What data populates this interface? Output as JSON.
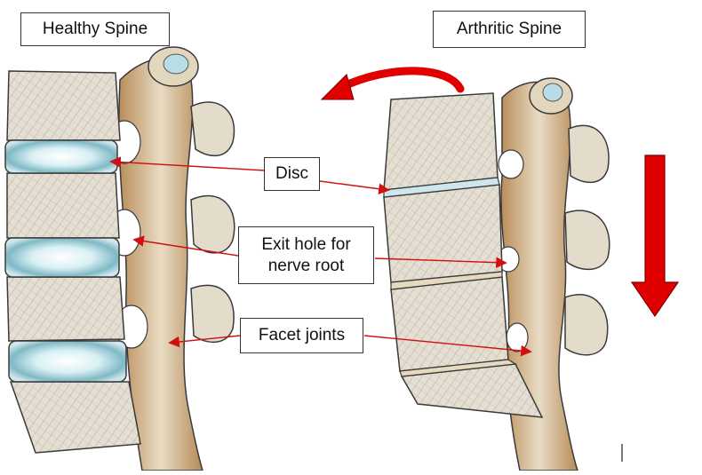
{
  "titles": {
    "healthy": "Healthy Spine",
    "arthritic": "Arthritic Spine"
  },
  "callouts": {
    "disc": "Disc",
    "exit_hole": "Exit hole for\nnerve root",
    "facet_joints": "Facet joints"
  },
  "colors": {
    "arrow_red": "#e00000",
    "leader_red": "#d01010",
    "bone_body": "#e6e1d4",
    "bone_post": "#c9a87a",
    "disc_blue": "#bfe3ec",
    "outline": "#3a3a3a"
  }
}
